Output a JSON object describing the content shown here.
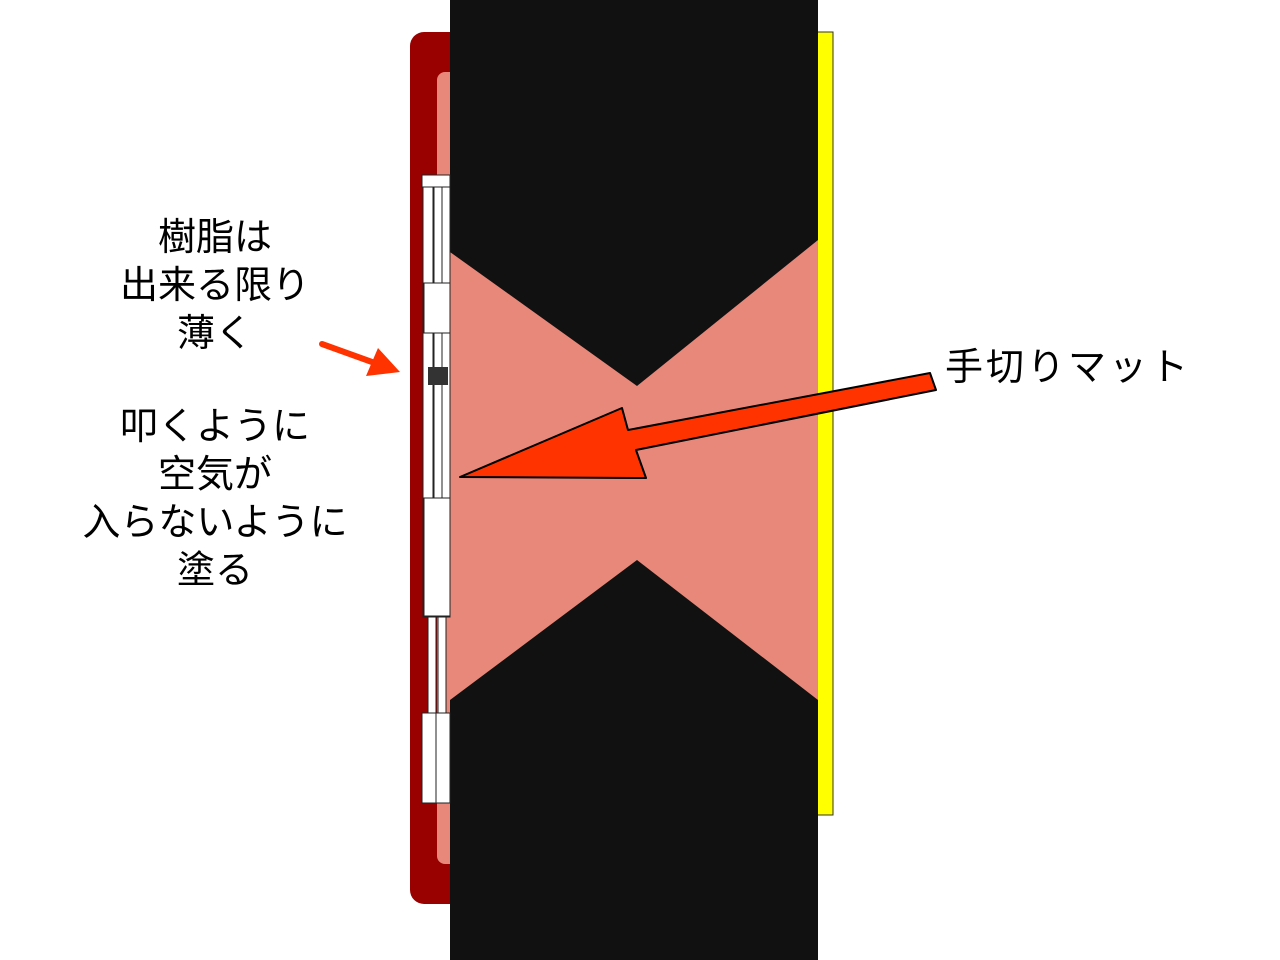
{
  "labels": {
    "resin_thin": [
      "樹脂は",
      "出来る限り",
      "薄く"
    ],
    "apply_method": [
      "叩くように",
      "空気が",
      "入らないように",
      "塗る"
    ],
    "cutting_mat": "手切りマット"
  },
  "colors": {
    "dark_red": "#990000",
    "salmon": "#E8887A",
    "black": "#111111",
    "yellow": "#FFFF00",
    "arrow_red": "#FF3300",
    "white": "#FFFFFF"
  }
}
